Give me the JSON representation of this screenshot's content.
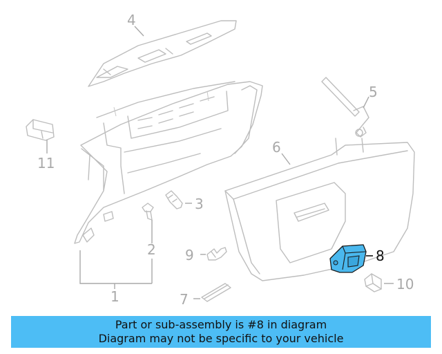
{
  "colors": {
    "banner_bg": "#4dbdf5",
    "highlight_part": "#4ab8ee",
    "linework": "#bdbdbd",
    "label_gray": "#a9a9a9",
    "label_highlight": "#111111"
  },
  "diagram": {
    "labels": {
      "p1": "1",
      "p2": "2",
      "p3": "3",
      "p4": "4",
      "p5": "5",
      "p6": "6",
      "p7": "7",
      "p8": "8",
      "p9": "9",
      "p10": "10",
      "p11": "11"
    },
    "highlighted_part": "8"
  },
  "banner": {
    "line1": "Part or sub-assembly is #8 in diagram",
    "line2": "Diagram may not be specific to your vehicle"
  }
}
